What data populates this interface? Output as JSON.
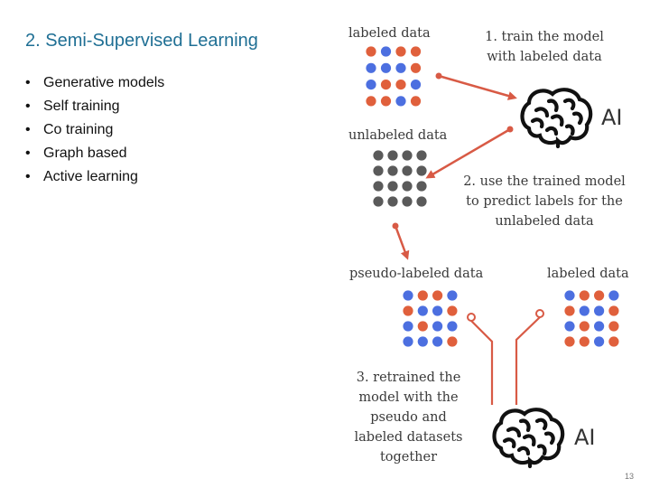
{
  "slide": {
    "title": "2. Semi-Supervised Learning",
    "bullets": [
      "Generative models",
      "Self training",
      "Co training",
      "Graph based",
      "Active learning"
    ],
    "page_number": "13"
  },
  "diagram": {
    "labeled_data_top": "labeled data",
    "step1_lines": [
      "1. train the model",
      "with labeled data"
    ],
    "ai_label_top": "AI",
    "unlabeled_data": "unlabeled data",
    "step2_lines": [
      "2. use the trained model",
      "to predict labels for the",
      "unlabeled data"
    ],
    "pseudo_labeled_data": "pseudo-labeled data",
    "labeled_data_right": "labeled data",
    "step3_lines": [
      "3. retrained the",
      "model with the",
      "pseudo and",
      "labeled datasets",
      "together"
    ],
    "ai_label_bottom": "AI"
  },
  "grids": {
    "labeled_top": [
      [
        "orange",
        "blue",
        "orange",
        "orange"
      ],
      [
        "blue",
        "blue",
        "blue",
        "orange"
      ],
      [
        "blue",
        "orange",
        "orange",
        "blue"
      ],
      [
        "orange",
        "orange",
        "blue",
        "orange"
      ]
    ],
    "unlabeled": [
      [
        "gray",
        "gray",
        "gray",
        "gray"
      ],
      [
        "gray",
        "gray",
        "gray",
        "gray"
      ],
      [
        "gray",
        "gray",
        "gray",
        "gray"
      ],
      [
        "gray",
        "gray",
        "gray",
        "gray"
      ]
    ],
    "pseudo": [
      [
        "blue",
        "orange",
        "orange",
        "blue"
      ],
      [
        "orange",
        "blue",
        "blue",
        "orange"
      ],
      [
        "blue",
        "orange",
        "blue",
        "blue"
      ],
      [
        "blue",
        "blue",
        "blue",
        "orange"
      ]
    ],
    "labeled_right": [
      [
        "blue",
        "orange",
        "orange",
        "blue"
      ],
      [
        "orange",
        "blue",
        "blue",
        "orange"
      ],
      [
        "blue",
        "orange",
        "blue",
        "orange"
      ],
      [
        "orange",
        "orange",
        "blue",
        "orange"
      ]
    ]
  },
  "colors": {
    "orange": "#e0603c",
    "blue": "#4c6fe0",
    "gray": "#5a5a5a",
    "arrow": "#d85a45",
    "line": "#d85a45",
    "title": "#1f6f94"
  }
}
